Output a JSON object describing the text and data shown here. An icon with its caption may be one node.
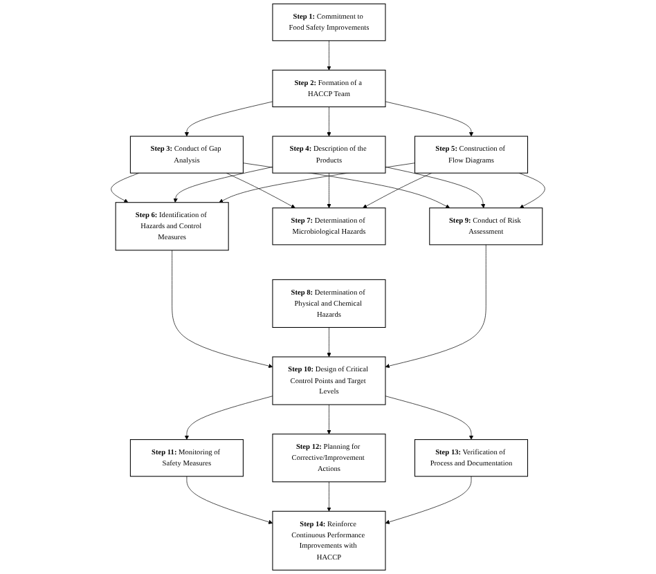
{
  "diagram": {
    "nodes": [
      {
        "text": [
          "**Step 1:** Commitment to Food Safety Improvements"
        ]
      },
      {
        "text": [
          "**Step 2:** Formation of a HACCP Team"
        ]
      },
      {
        "text": [
          "**Step 3:** Conduct of Gap Analysis"
        ]
      },
      {
        "text": [
          "**Step 4:** Description of the Products"
        ]
      },
      {
        "text": [
          "**Step 5:** Construction of Flow Diagrams"
        ]
      },
      {
        "text": [
          "**Step 6:** Identification of Hazards and Control Measures"
        ]
      },
      {
        "text": [
          "**Step 7:** Determination of Microbiological Hazards"
        ]
      },
      {
        "text": [
          "**Step 8:** Determination of Physical and Chemical Hazards"
        ]
      },
      {
        "text": [
          "**Step 9:** Conduct of Risk Assessment"
        ]
      },
      {
        "text": [
          "**Step 10:** Design of Critical Control Points and Target Levels"
        ]
      },
      {
        "text": [
          "**Step 11:** Monitoring of Safety Measures"
        ]
      },
      {
        "text": [
          "**Step 12:** Planning for Corrective/Improvement Actions"
        ]
      },
      {
        "text": [
          "**Step 13:** Verification of Process and Documentation"
        ]
      },
      {
        "text": [
          "**Step 14:** Reinforce Continuous Performance Improvements with HACCP"
        ]
      }
    ],
    "edges": [
      {
        "from": 0,
        "to": 1,
        "arrow": "to"
      },
      {
        "from": 1,
        "to": 2,
        "arrow": "to"
      },
      {
        "from": 1,
        "to": 3,
        "arrow": "to"
      },
      {
        "from": 1,
        "to": 4,
        "arrow": "to"
      },
      {
        "from": 2,
        "to": 5,
        "arrow": "to"
      },
      {
        "from": 2,
        "to": 6,
        "arrow": "to"
      },
      {
        "from": 2,
        "to": 8,
        "arrow": "to"
      },
      {
        "from": 3,
        "to": 5,
        "arrow": "to"
      },
      {
        "from": 3,
        "to": 6,
        "arrow": "to"
      },
      {
        "from": 3,
        "to": 8,
        "arrow": "to"
      },
      {
        "from": 4,
        "to": 5,
        "arrow": "to"
      },
      {
        "from": 4,
        "to": 6,
        "arrow": "to"
      },
      {
        "from": 4,
        "to": 8,
        "arrow": "to"
      },
      {
        "from": 5,
        "to": 9,
        "arrow": "to"
      },
      {
        "from": 7,
        "to": 9,
        "arrow": "to"
      },
      {
        "from": 8,
        "to": 9,
        "arrow": "to"
      },
      {
        "from": 9,
        "to": 10,
        "arrow": "to"
      },
      {
        "from": 9,
        "to": 11,
        "arrow": "to"
      },
      {
        "from": 9,
        "to": 12,
        "arrow": "to"
      },
      {
        "from": 10,
        "to": 13,
        "arrow": "to"
      },
      {
        "from": 11,
        "to": 13,
        "arrow": "to"
      },
      {
        "from": 12,
        "to": 13,
        "arrow": "to"
      }
    ]
  }
}
